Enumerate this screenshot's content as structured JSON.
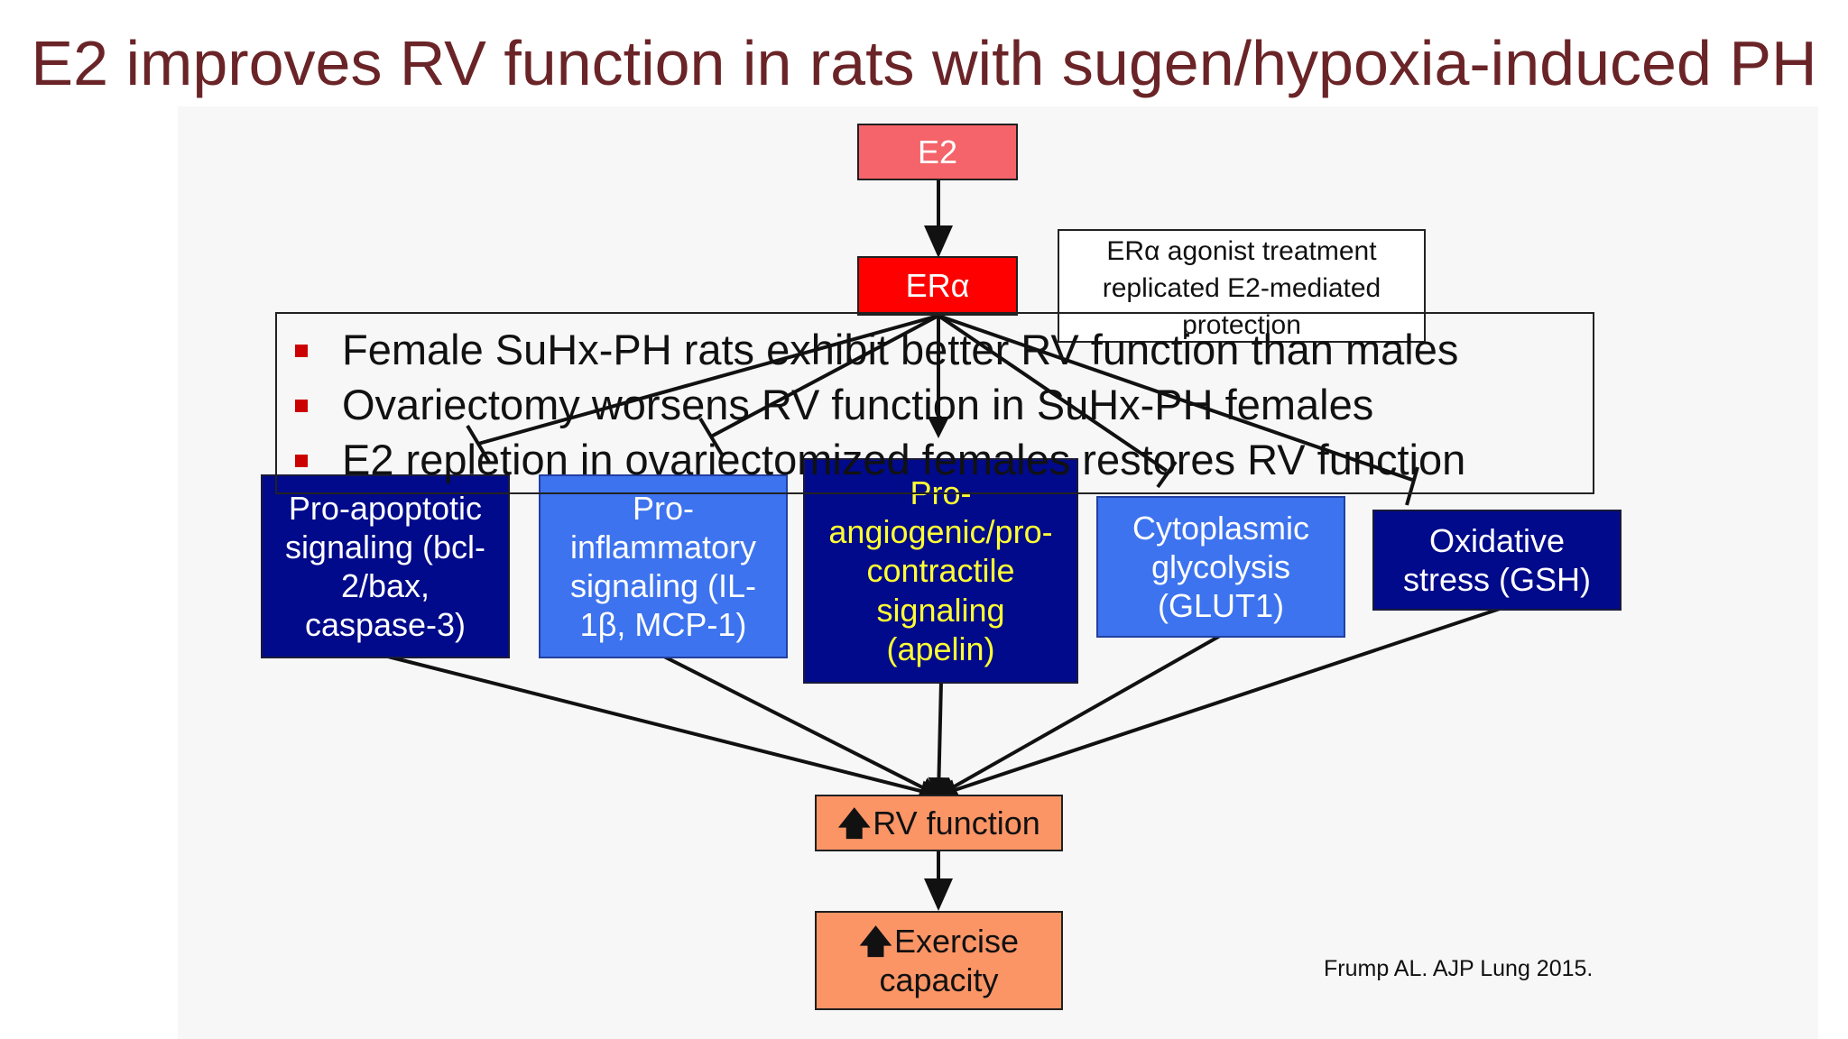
{
  "title": "E2 improves RV function in rats with sugen/hypoxia-induced PH",
  "nodes": {
    "e2": "E2",
    "era": "ERα",
    "pro_apoptotic": [
      "Pro-apoptotic",
      "signaling (bcl-",
      "2/bax,",
      "caspase-3)"
    ],
    "pro_inflammatory": [
      "Pro-",
      "inflammatory",
      "signaling (IL-",
      "1β, MCP-1)"
    ],
    "pro_angiogenic": [
      "Pro-",
      "angiogenic/pro-",
      "contractile",
      "signaling",
      "(apelin)"
    ],
    "glycolysis": [
      "Cytoplasmic",
      "glycolysis",
      "(GLUT1)"
    ],
    "oxidative": [
      "Oxidative",
      "stress (GSH)"
    ],
    "rv_function": "RV function",
    "exercise": [
      "Exercise",
      "capacity"
    ]
  },
  "agonist_note": [
    "ERα agonist treatment",
    "replicated E2-mediated",
    "protection"
  ],
  "bullets": [
    "Female SuHx-PH rats exhibit better RV function than males",
    "Ovariectomy worsens RV function in SuHx-PH females",
    "E2 repletion in ovariectomized females restores RV function"
  ],
  "citation": "Frump AL. AJP Lung 2015.",
  "icons": {
    "up_arrow": "up-arrow-icon"
  },
  "colors": {
    "title": "#6a2427",
    "e2_box": "#f4646a",
    "era_box": "#ff0000",
    "navy_box": "#000a8a",
    "blue_box": "#3d73ee",
    "yellow_text": "#ffff33",
    "orange_box": "#fb9566",
    "bullet_square": "#cc0000"
  }
}
